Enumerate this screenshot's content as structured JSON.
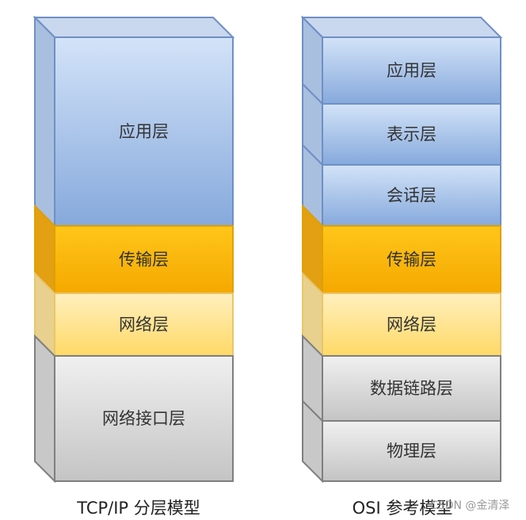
{
  "diagram": {
    "stacks": [
      {
        "caption": "TCP/IP 分层模型",
        "layers": [
          {
            "label": "应用层",
            "color": "blue"
          },
          {
            "label": "传输层",
            "color": "orange"
          },
          {
            "label": "网络层",
            "color": "yellow"
          },
          {
            "label": "网络接口层",
            "color": "gray"
          }
        ]
      },
      {
        "caption": "OSI 参考模型",
        "layers": [
          {
            "label": "应用层",
            "color": "blue"
          },
          {
            "label": "表示层",
            "color": "blue"
          },
          {
            "label": "会话层",
            "color": "blue"
          },
          {
            "label": "传输层",
            "color": "orange"
          },
          {
            "label": "网络层",
            "color": "yellow"
          },
          {
            "label": "数据链路层",
            "color": "gray"
          },
          {
            "label": "物理层",
            "color": "gray"
          }
        ]
      }
    ],
    "watermark": "CSDN @金清泽",
    "colors": {
      "blue": {
        "top": "#d3e3f8",
        "bottom": "#86a9dc",
        "side": "#a9bfdf",
        "stroke": "#6f8fc5"
      },
      "orange": {
        "top": "#ffc61a",
        "bottom": "#f5a800",
        "side": "#e2a012",
        "stroke": "#e0a000"
      },
      "yellow": {
        "top": "#ffefbe",
        "bottom": "#ffd966",
        "side": "#e8d08e",
        "stroke": "#e8c66a"
      },
      "gray": {
        "top": "#f0f0f0",
        "bottom": "#c4c4c4",
        "side": "#c8c8c8",
        "stroke": "#7f7f7f"
      }
    }
  }
}
